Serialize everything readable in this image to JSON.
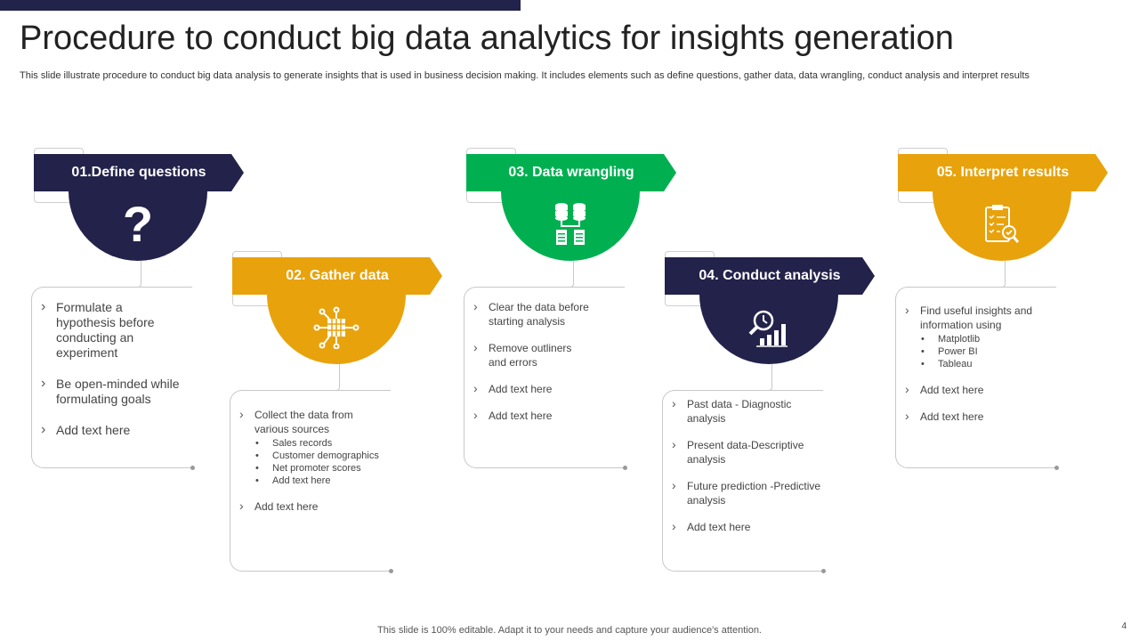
{
  "slide": {
    "title": "Procedure to conduct big data analytics for insights generation",
    "subtitle": "This slide illustrate procedure to conduct big data analysis to generate insights that is used in business decision making. It includes elements such as define questions, gather data, data wrangling, conduct analysis and interpret results",
    "footer": "This slide is 100% editable. Adapt it to your needs and capture your audience's attention.",
    "page_number": "4"
  },
  "colors": {
    "navy": "#23224a",
    "green": "#00b050",
    "gold": "#e8a20c"
  },
  "steps": [
    {
      "label": "01.Define questions",
      "icon": "question-mark-icon",
      "items": [
        {
          "text": "Formulate a hypothesis before conducting an experiment"
        },
        {
          "text": "Be open-minded while formulating goals"
        },
        {
          "text": "Add text here"
        }
      ]
    },
    {
      "label": "02. Gather data",
      "icon": "data-network-icon",
      "items": [
        {
          "text": "Collect the data from various sources",
          "sub": [
            "Sales records",
            "Customer demographics",
            "Net promoter scores",
            "Add text here"
          ]
        },
        {
          "text": "Add text here"
        }
      ]
    },
    {
      "label": "03. Data wrangling",
      "icon": "database-servers-icon",
      "items": [
        {
          "text": "Clear the data before starting analysis"
        },
        {
          "text": "Remove outliners and errors"
        },
        {
          "text": "Add text here"
        },
        {
          "text": "Add text here"
        }
      ]
    },
    {
      "label": "04. Conduct analysis",
      "icon": "analysis-chart-icon",
      "items": [
        {
          "text": "Past data - Diagnostic analysis"
        },
        {
          "text": "Present data-Descriptive analysis"
        },
        {
          "text": "Future prediction -Predictive analysis"
        },
        {
          "text": "Add text here"
        }
      ]
    },
    {
      "label": "05. Interpret results",
      "icon": "clipboard-check-icon",
      "items": [
        {
          "text": "Find useful insights and information using",
          "sub": [
            "Matplotlib",
            "Power BI",
            "Tableau"
          ]
        },
        {
          "text": "Add text here"
        },
        {
          "text": "Add text here"
        }
      ]
    }
  ]
}
